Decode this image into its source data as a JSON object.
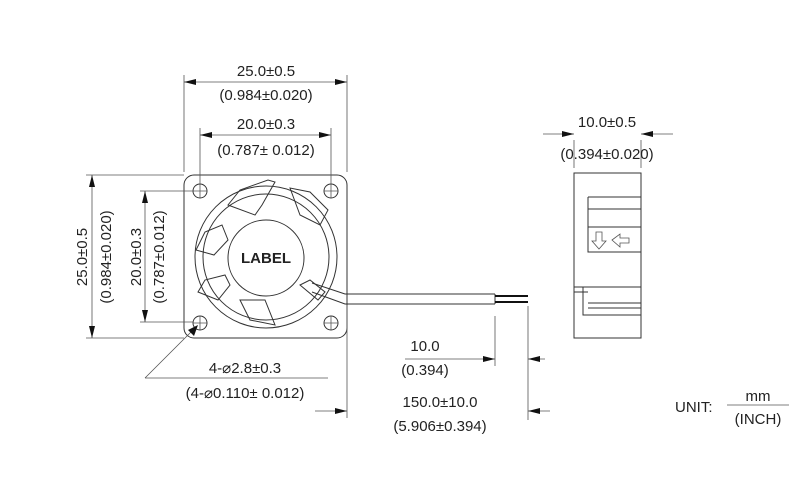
{
  "front_view": {
    "width_mm": "25.0±0.5",
    "width_in": "(0.984±0.020)",
    "hole_pitch_mm": "20.0±0.3",
    "hole_pitch_in": "(0.787± 0.012)",
    "height_mm": "25.0±0.5",
    "height_in": "(0.984±0.020)",
    "vhole_pitch_mm": "20.0±0.3",
    "vhole_pitch_in": "(0.787±0.012)",
    "label": "LABEL",
    "hole_mm": "4-⌀2.8±0.3",
    "hole_in": "(4-⌀0.110± 0.012)"
  },
  "side_view": {
    "thickness_mm": "10.0±0.5",
    "thickness_in": "(0.394±0.020)"
  },
  "wire": {
    "strip_mm": "10.0",
    "strip_in": "(0.394)",
    "length_mm": "150.0±10.0",
    "length_in": "(5.906±0.394)"
  },
  "unit": {
    "prefix": "UNIT:",
    "top": "mm",
    "bottom": "(INCH)"
  }
}
